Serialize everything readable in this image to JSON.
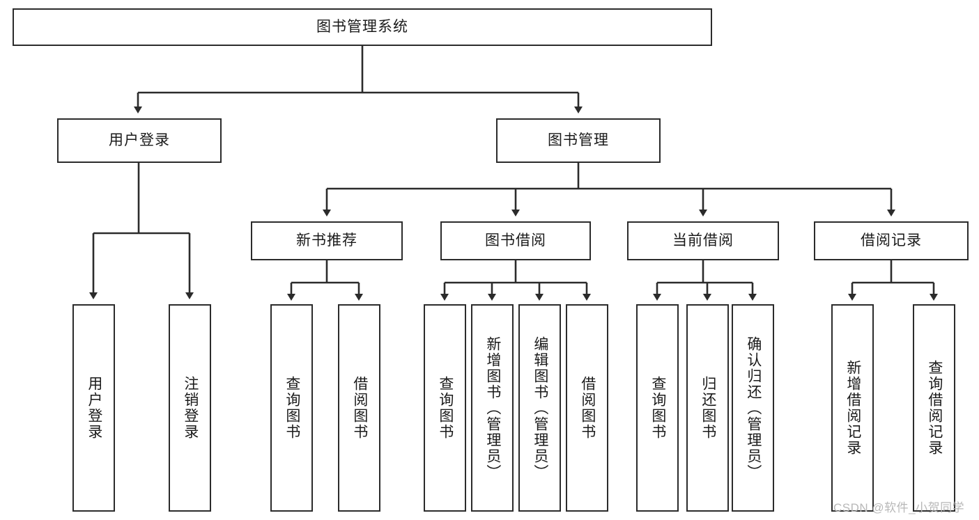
{
  "diagram": {
    "type": "tree-hierarchy-chart",
    "title_text": "图书管理系统",
    "colors": {
      "background": "#ffffff",
      "box_fill": "#ffffff",
      "box_border": "#2b2b2b",
      "connector": "#2b2b2b",
      "text": "#1a1a1a",
      "watermark": "#b8b8b8"
    },
    "levels": {
      "root": {
        "label": "图书管理系统"
      },
      "level1": [
        {
          "label": "用户登录"
        },
        {
          "label": "图书管理"
        }
      ],
      "level2": [
        {
          "label": "新书推荐"
        },
        {
          "label": "图书借阅"
        },
        {
          "label": "当前借阅"
        },
        {
          "label": "借阅记录"
        }
      ],
      "leaves": {
        "user_login": [
          {
            "label": "用户登录"
          },
          {
            "label": "注销登录"
          }
        ],
        "new_book_recommend": [
          {
            "label": "查询图书"
          },
          {
            "label": "借阅图书"
          }
        ],
        "book_borrow": [
          {
            "label": "查询图书"
          },
          {
            "label": "新增图书（管理员）"
          },
          {
            "label": "编辑图书（管理员）"
          },
          {
            "label": "借阅图书"
          }
        ],
        "current_borrow": [
          {
            "label": "查询图书"
          },
          {
            "label": "归还图书"
          },
          {
            "label": "确认归还（管理员）"
          }
        ],
        "borrow_record": [
          {
            "label": "新增借阅记录"
          },
          {
            "label": "查询借阅记录"
          }
        ]
      }
    },
    "watermark": {
      "text": "CSDN @软件_小贺同学"
    }
  }
}
